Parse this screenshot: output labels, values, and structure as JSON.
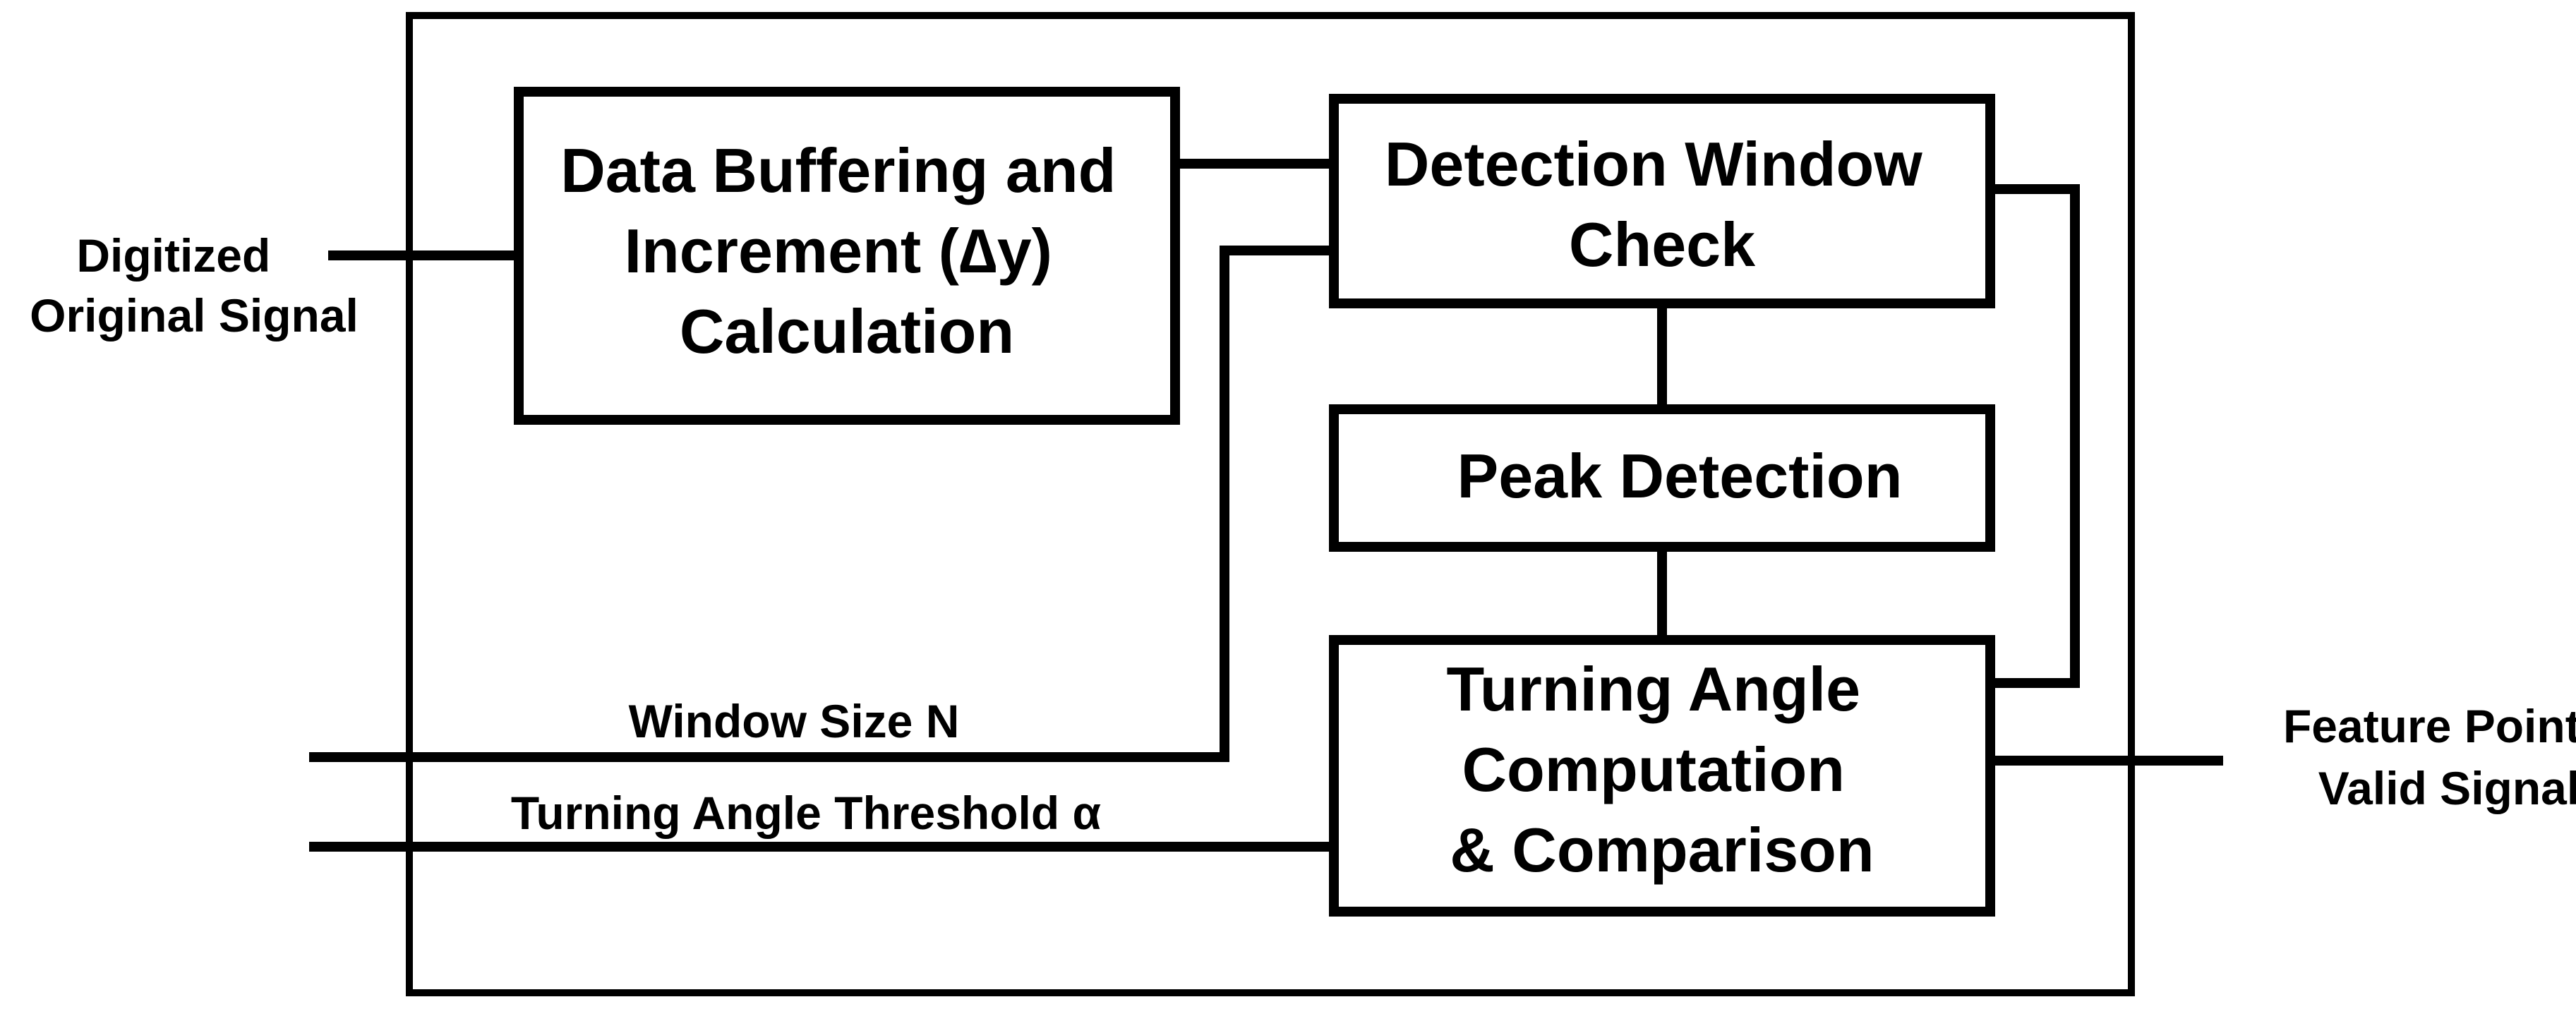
{
  "blocks": {
    "data_buffering": [
      "Data Buffering and",
      "Increment (∆y)",
      "Calculation"
    ],
    "detection_window": [
      "Detection Window",
      "Check"
    ],
    "peak_detection": [
      "Peak Detection"
    ],
    "turning_angle": [
      "Turning Angle",
      "Computation",
      "& Comparison"
    ]
  },
  "signals": {
    "input": [
      "Digitized",
      "Original Signal"
    ],
    "window_size": "Window Size N",
    "threshold": "Turning Angle Threshold α",
    "output": [
      "Feature Point",
      "Valid Signal"
    ]
  },
  "colors": {
    "stroke": "#000000",
    "background": "#ffffff"
  }
}
